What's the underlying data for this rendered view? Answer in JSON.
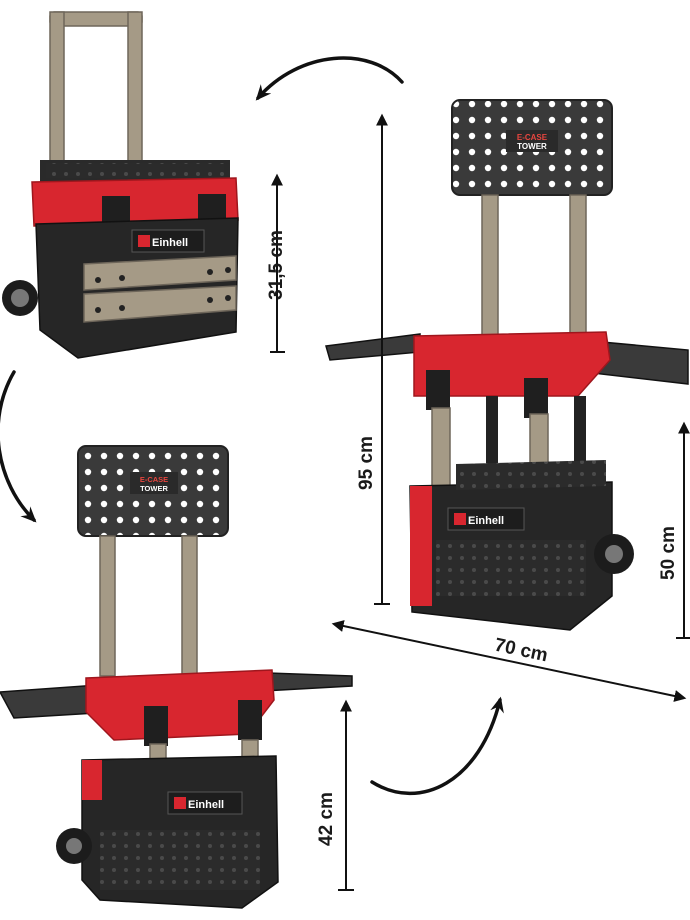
{
  "brand": {
    "logo": "Einhell",
    "red": "#d8262f",
    "dark": "#262626",
    "metal": "#a59a86"
  },
  "panel_label": {
    "line1": "E-CASE",
    "line2": "TOWER"
  },
  "dimensions": {
    "case_height": "31,5 cm",
    "tower_height": "95 cm",
    "workbench_height": "42 cm",
    "base_height": "50 cm",
    "width": "70 cm"
  }
}
